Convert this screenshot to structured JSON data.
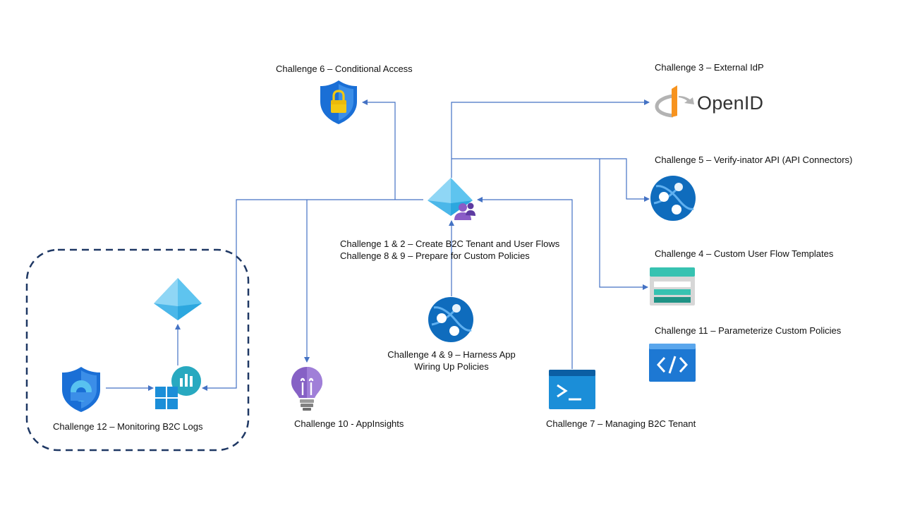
{
  "labels": {
    "c6": "Challenge 6 – Conditional Access",
    "c3": "Challenge 3 – External IdP",
    "c5": "Challenge 5 – Verify-inator API (API Connectors)",
    "c4_templates": "Challenge 4 – Custom User Flow Templates",
    "c11": "Challenge 11 – Parameterize Custom Policies",
    "center_line1": "Challenge 1 & 2 – Create B2C Tenant and User Flows",
    "center_line2": "Challenge 8 & 9 – Prepare for Custom Policies",
    "harness_line1": "Challenge 4 & 9 – Harness App",
    "harness_line2": "Wiring Up Policies",
    "c7": "Challenge 7 – Managing B2C Tenant",
    "c10": "Challenge 10 - AppInsights",
    "c12": "Challenge 12 – Monitoring B2C Logs"
  },
  "openid": {
    "text": "OpenID"
  },
  "colors": {
    "connector": "#4472c4",
    "dashed_border": "#1f3864",
    "azure_blue": "#0078d4",
    "teal": "#3cc1b7",
    "openid_orange": "#f7931e",
    "purple": "#8661c5"
  },
  "icons": [
    "shield-lock-icon",
    "openid-logo-icon",
    "web-app-icon",
    "storage-table-icon",
    "code-blade-icon",
    "azure-ad-b2c-icon",
    "app-insights-icon",
    "cloud-shell-icon",
    "sentinel-shield-icon",
    "log-analytics-icon"
  ]
}
